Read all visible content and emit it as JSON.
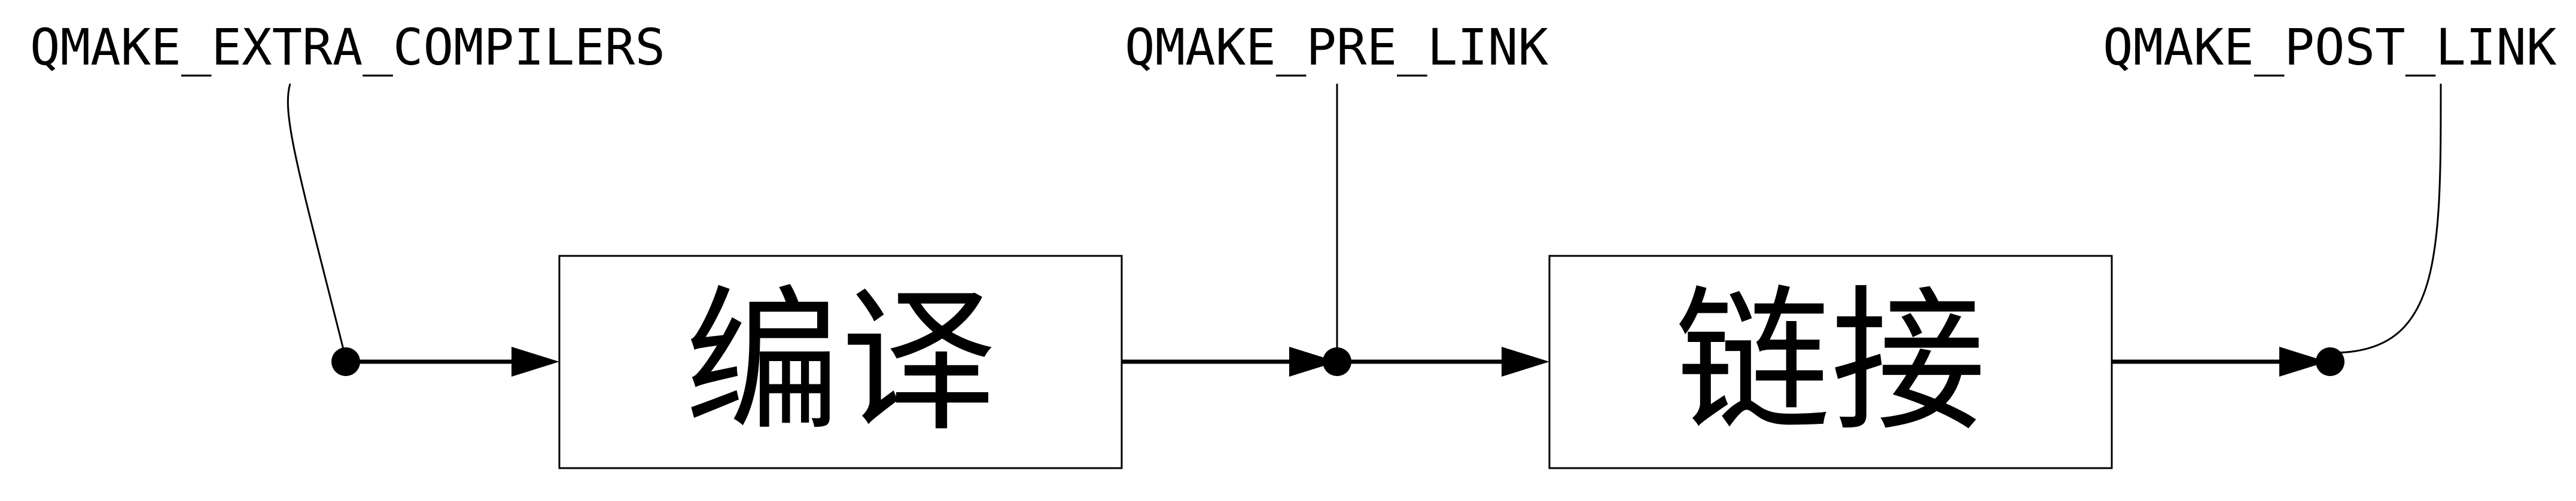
{
  "hooks": [
    {
      "id": "extra_compilers",
      "label": "QMAKE_EXTRA_COMPILERS"
    },
    {
      "id": "pre_link",
      "label": "QMAKE_PRE_LINK"
    },
    {
      "id": "post_link",
      "label": "QMAKE_POST_LINK"
    }
  ],
  "stages": [
    {
      "id": "compile",
      "label": "编译"
    },
    {
      "id": "link",
      "label": "链接"
    }
  ]
}
